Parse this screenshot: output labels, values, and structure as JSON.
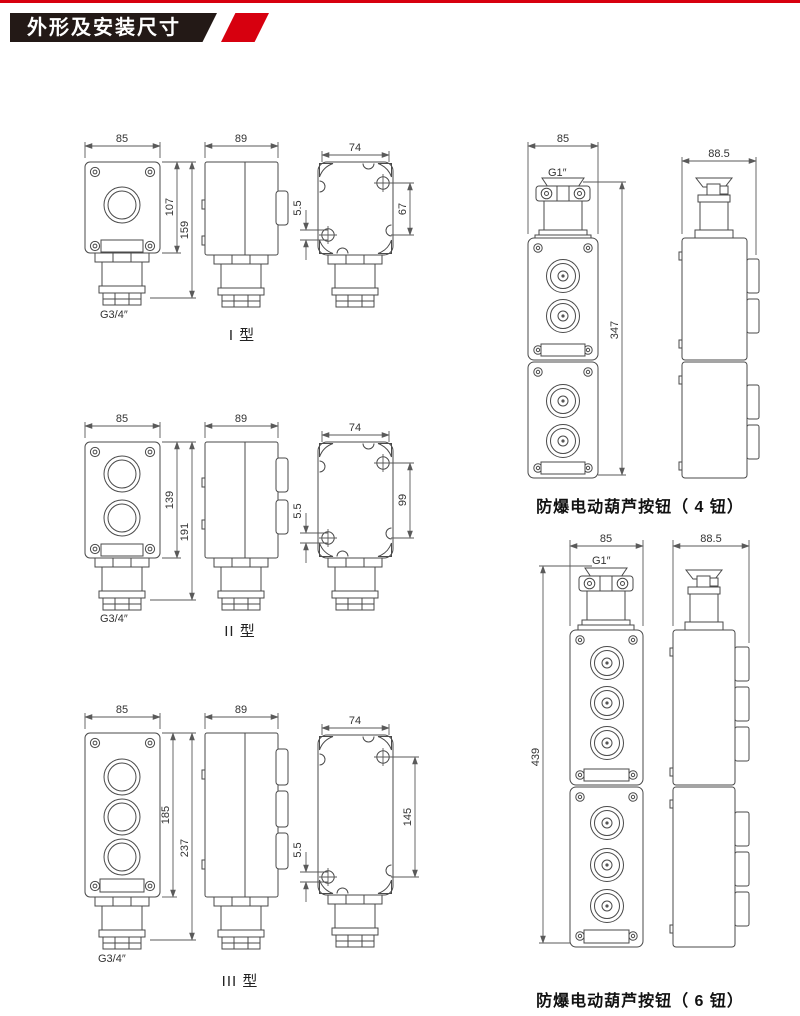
{
  "header": {
    "title": "外形及安装尺寸"
  },
  "colors": {
    "accent_red": "#d7000f",
    "banner_black": "#231916",
    "line": "#4a4a4a"
  },
  "types": {
    "t1": {
      "label": "I 型",
      "front_width": "85",
      "side_width": "89",
      "mount_width": "74",
      "body_height": "107",
      "total_height": "159",
      "hole_dia": "5.5",
      "hole_pitch": "67",
      "thread": "G3/4″",
      "buttons": 1
    },
    "t2": {
      "label": "II 型",
      "front_width": "85",
      "side_width": "89",
      "mount_width": "74",
      "body_height": "139",
      "total_height": "191",
      "hole_dia": "5.5",
      "hole_pitch": "99",
      "thread": "G3/4″",
      "buttons": 2
    },
    "t3": {
      "label": "III 型",
      "front_width": "85",
      "side_width": "89",
      "mount_width": "74",
      "body_height": "185",
      "total_height": "237",
      "hole_dia": "5.5",
      "hole_pitch": "145",
      "thread": "G3/4″",
      "buttons": 3
    }
  },
  "pendants": {
    "p4": {
      "caption": "防爆电动葫芦按钮（ 4 钮）",
      "front_width": "85",
      "side_width": "88.5",
      "total_height": "347",
      "thread": "G1″",
      "buttons": 4
    },
    "p6": {
      "caption": "防爆电动葫芦按钮（ 6 钮）",
      "front_width": "85",
      "side_width": "88.5",
      "total_height": "439",
      "thread": "G1″",
      "buttons": 6
    }
  }
}
